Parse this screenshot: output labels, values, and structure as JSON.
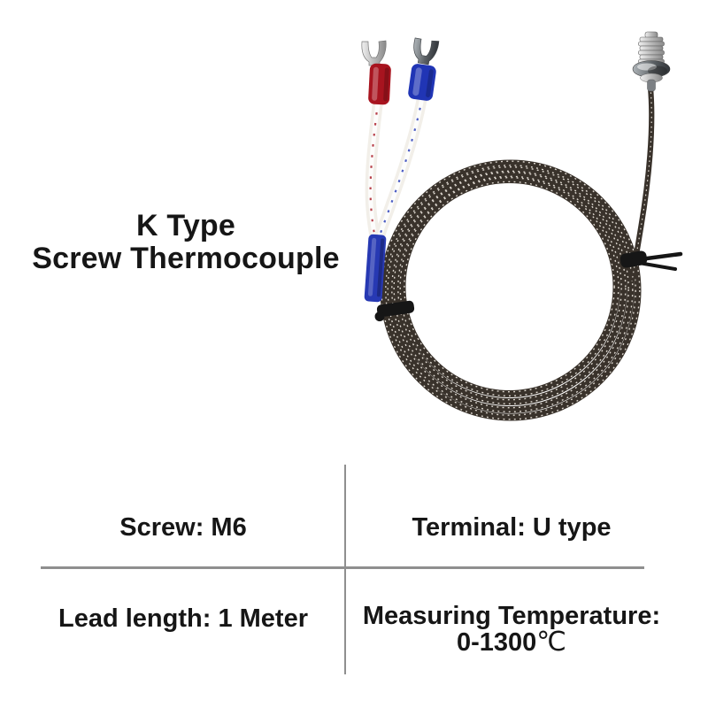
{
  "colors": {
    "background": "#ffffff",
    "text": "#161616",
    "divider": "#8f8f8f",
    "terminal_red": "#a8141f",
    "terminal_blue": "#2035b5",
    "heat_shrink_blue": "#2739b3",
    "braid_dark": "#39322b",
    "braid_speckle": "#ece7de",
    "wire_white": "#f2efe9",
    "tie_black": "#161616"
  },
  "title": {
    "line1": "K Type",
    "line2": "Screw Thermocouple"
  },
  "specs": {
    "screw": "Screw: M6",
    "terminal": "Terminal: U type",
    "lead_length": "Lead length: 1 Meter",
    "temperature_label": "Measuring Temperature:",
    "temperature_value": "0-1300",
    "temperature_unit": "℃"
  }
}
